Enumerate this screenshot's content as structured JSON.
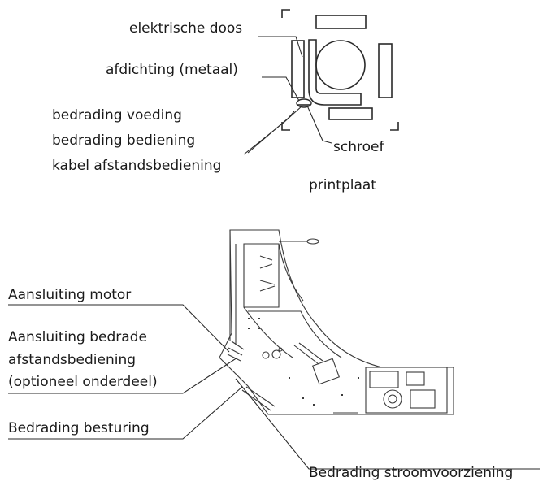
{
  "top_diagram": {
    "labels": {
      "electrical_box": "elektrische doos",
      "seal_metal": "afdichting (metaal)",
      "power_wiring": "bedrading voeding",
      "control_wiring": "bedrading bediening",
      "remote_cable": "kabel afstandsbediening",
      "screw": "schroef",
      "pcb": "printplaat"
    }
  },
  "bottom_diagram": {
    "labels": {
      "motor_connection": "Aansluiting motor",
      "wired_remote_line1": "Aansluiting bedrade",
      "wired_remote_line2": "afstandsbediening",
      "wired_remote_line3": "(optioneel onderdeel)",
      "control_wiring": "Bedrading besturing",
      "power_supply_wiring": "Bedrading stroomvoorziening"
    }
  }
}
